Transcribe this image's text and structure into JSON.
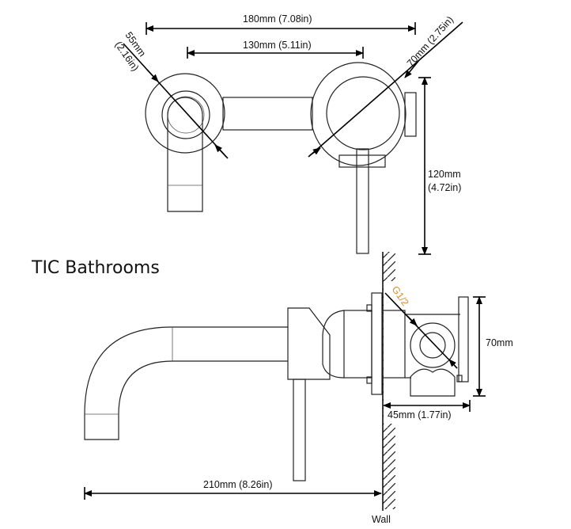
{
  "brand": "TIC Bathrooms",
  "colors": {
    "line": "#222222",
    "thread_label": "#d98b2b"
  },
  "front_view": {
    "overall_width": "180mm (7.08in)",
    "center_distance": "130mm (5.11in)",
    "spout_plate_diameter": "55mm",
    "spout_plate_diameter_in": "(2.16in)",
    "mixer_plate_diameter": "70mm (2.75in)",
    "height_mm": "120mm",
    "height_in": "(4.72in)"
  },
  "side_view": {
    "thread": "G1/2",
    "body_height": "70mm",
    "body_depth": "45mm (1.77in)",
    "spout_projection": "210mm (8.26in)",
    "wall_label": "Wall"
  }
}
